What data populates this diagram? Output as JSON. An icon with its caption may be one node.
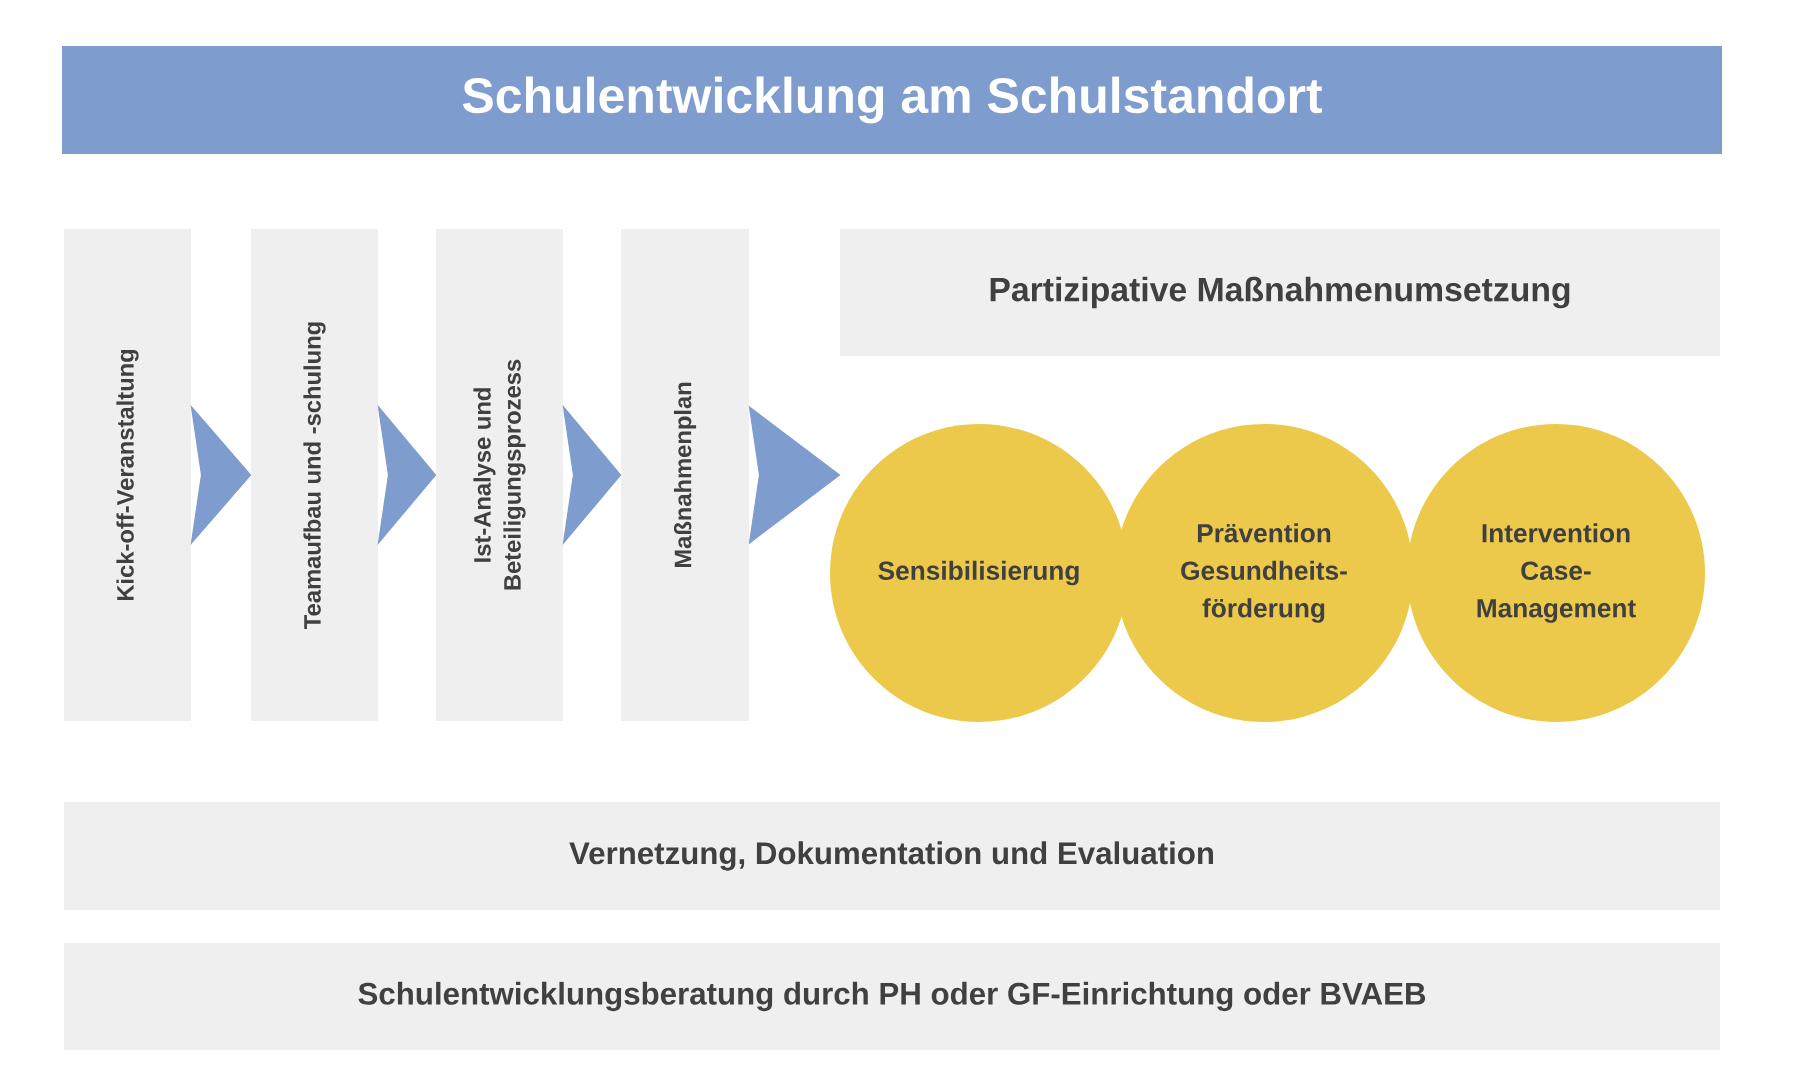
{
  "diagram": {
    "title": "Schulentwicklung am Schulstandort",
    "nodes": [
      {
        "text": [
          "Kick-off-Veranstaltung"
        ]
      },
      {
        "text": [
          "Teamaufbau und -schulung"
        ]
      },
      {
        "text": [
          "Ist-Analyse und Beteiligungsprozess"
        ]
      },
      {
        "text": [
          "Maßnahmenplan"
        ]
      },
      {
        "text": [
          "Partizipative Maßnahmenumsetzung"
        ]
      },
      {
        "text": [
          "Sensibilisierung"
        ]
      },
      {
        "text": [
          "Prävention Gesundheits-förderung"
        ]
      },
      {
        "text": [
          "Intervention Case-Management"
        ]
      },
      {
        "text": [
          "Vernetzung, Dokumentation und Evaluation"
        ]
      },
      {
        "text": [
          "Schulentwicklungsberatung durch PH oder GF-Einrichtung oder BVAEB"
        ]
      }
    ],
    "edges": [
      {
        "from": 0,
        "to": 1,
        "arrow": "to"
      },
      {
        "from": 1,
        "to": 2,
        "arrow": "to"
      },
      {
        "from": 2,
        "to": 3,
        "arrow": "to"
      },
      {
        "from": 3,
        "to": 4,
        "arrow": "to"
      }
    ]
  }
}
